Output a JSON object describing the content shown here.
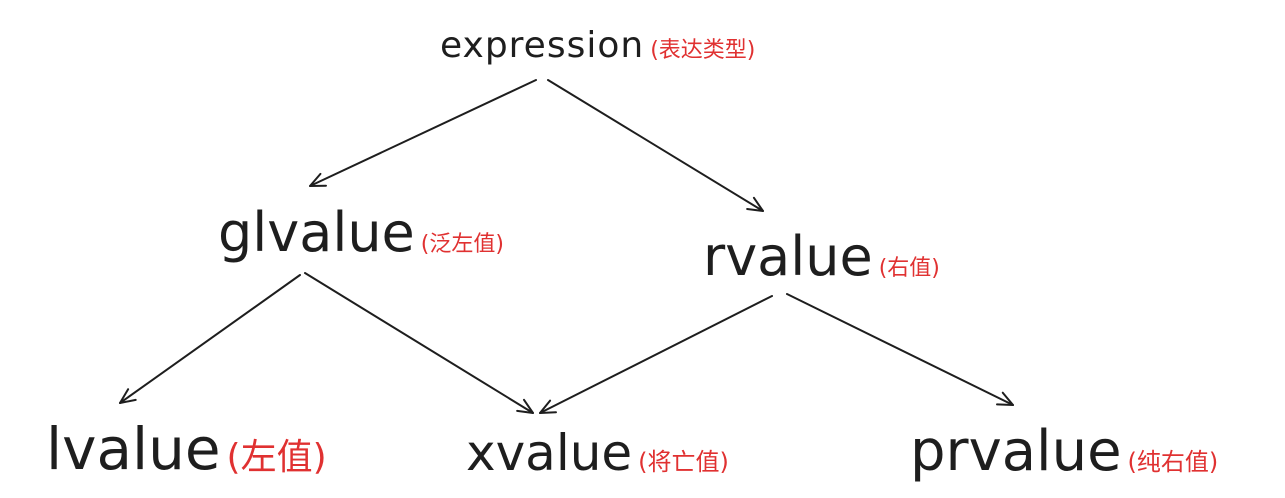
{
  "nodes": {
    "expression": {
      "term": "expression",
      "note": "(表达类型)"
    },
    "glvalue": {
      "term": "glvalue",
      "note": "(泛左值)"
    },
    "rvalue": {
      "term": "rvalue",
      "note": "(右值)"
    },
    "lvalue": {
      "term": "lvalue",
      "note": "(左值)"
    },
    "xvalue": {
      "term": "xvalue",
      "note": "(将亡值)"
    },
    "prvalue": {
      "term": "prvalue",
      "note": "(纯右值)"
    }
  },
  "edges": [
    {
      "from": "expression",
      "to": "glvalue"
    },
    {
      "from": "expression",
      "to": "rvalue"
    },
    {
      "from": "glvalue",
      "to": "lvalue"
    },
    {
      "from": "glvalue",
      "to": "xvalue"
    },
    {
      "from": "rvalue",
      "to": "xvalue"
    },
    {
      "from": "rvalue",
      "to": "prvalue"
    }
  ],
  "colors": {
    "text": "#1e1e1e",
    "annotation": "#e03131",
    "background": "#ffffff"
  }
}
